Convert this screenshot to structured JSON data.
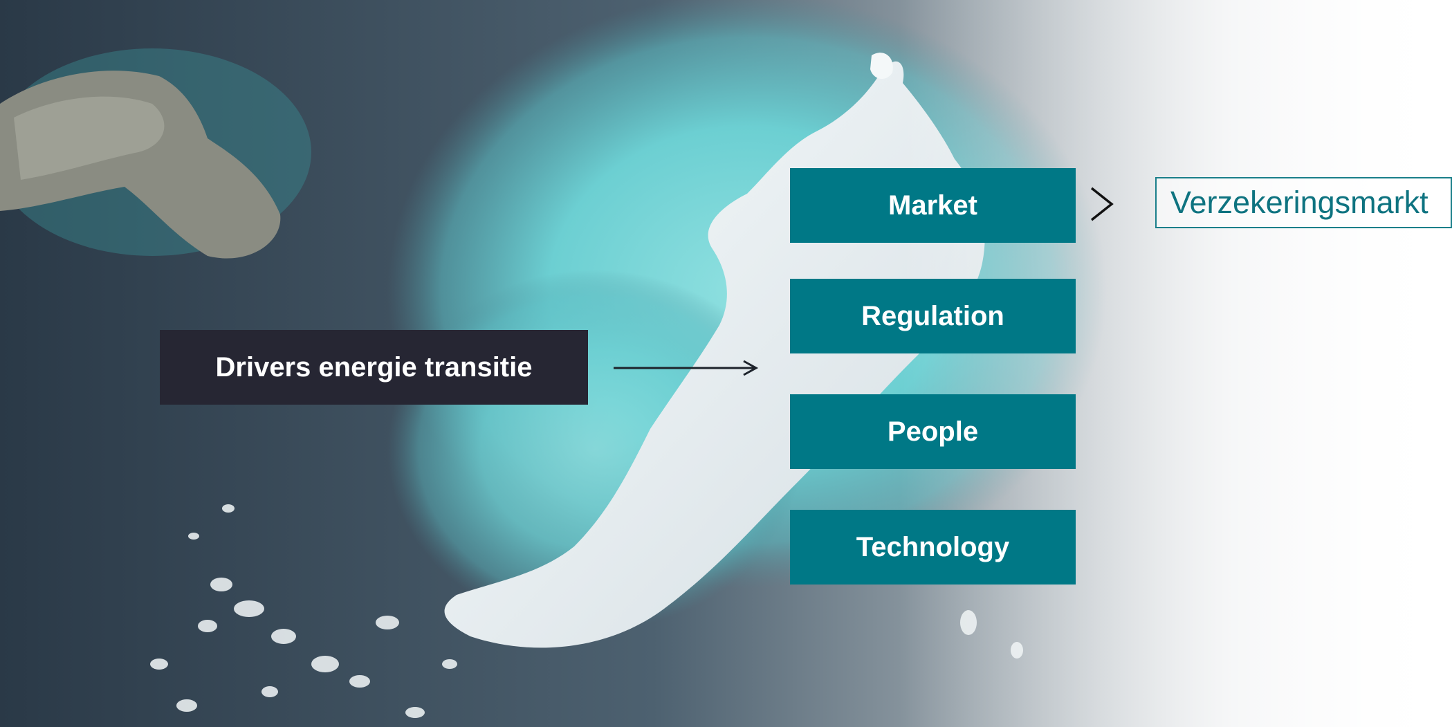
{
  "diagram": {
    "driver": {
      "label": "Drivers energie transitie"
    },
    "categories": [
      {
        "label": "Market"
      },
      {
        "label": "Regulation"
      },
      {
        "label": "People"
      },
      {
        "label": "Technology"
      }
    ],
    "target": {
      "label": "Verzekeringsmarkt"
    }
  },
  "colors": {
    "driver_box": "#262633",
    "category_box": "#007886",
    "target_text": "#0e7380",
    "ocean_dark": "#2c3c4a",
    "ocean_turquoise": "#6fd0d3",
    "ice": "#eef3f5"
  }
}
